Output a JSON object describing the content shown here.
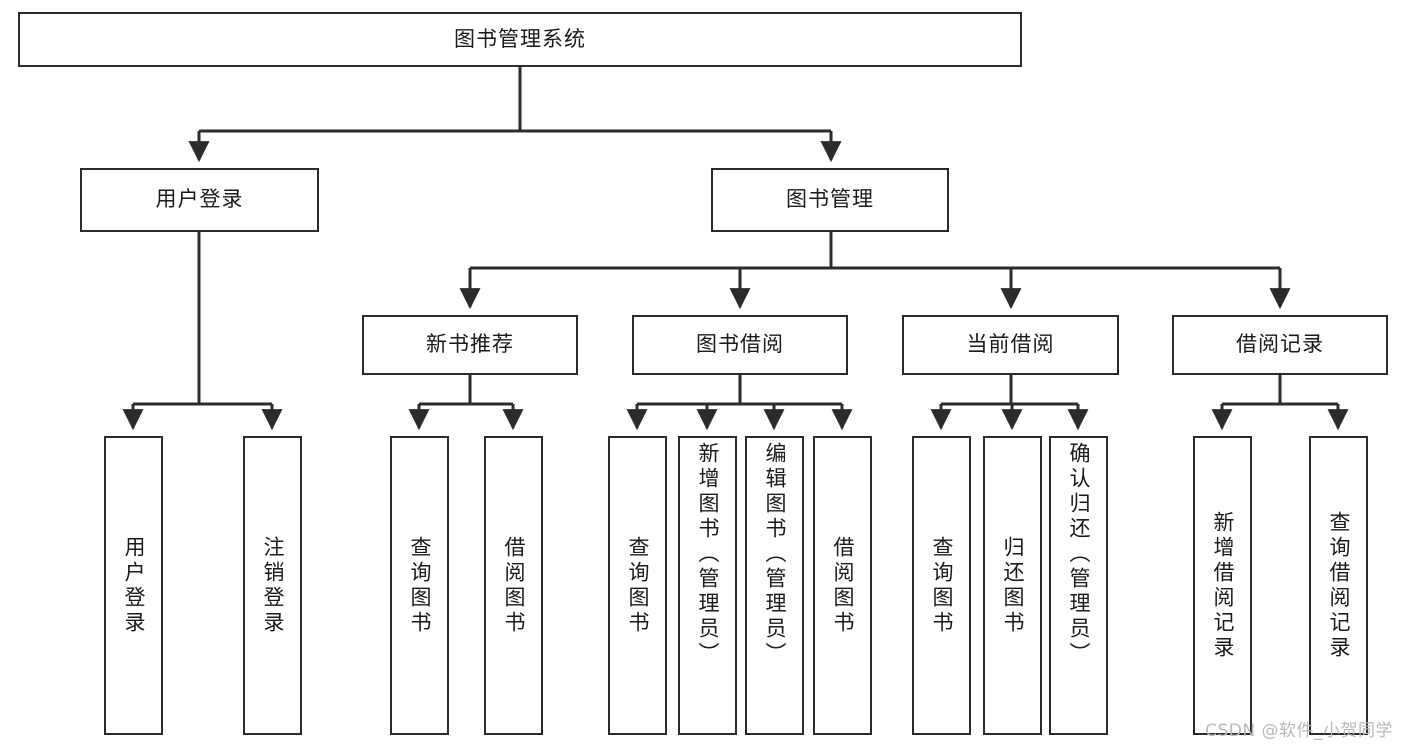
{
  "diagram": {
    "title": "图书管理系统",
    "type": "tree-hierarchy-diagram",
    "watermark": "CSDN @软件_小贺同学",
    "colors": {
      "box_border": "#2b2b2b",
      "connector": "#2b2b2b",
      "background": "#ffffff",
      "text": "#1a1a1a",
      "watermark": "#b9b9b9"
    },
    "root": {
      "label": "图书管理系统"
    },
    "level2": [
      {
        "label": "用户登录"
      },
      {
        "label": "图书管理"
      }
    ],
    "level3": [
      {
        "label": "新书推荐"
      },
      {
        "label": "图书借阅"
      },
      {
        "label": "当前借阅"
      },
      {
        "label": "借阅记录"
      }
    ],
    "leaves": {
      "user_login": [
        {
          "label": "用户登录"
        },
        {
          "label": "注销登录"
        }
      ],
      "new_book_recommend": [
        {
          "label": "查询图书"
        },
        {
          "label": "借阅图书"
        }
      ],
      "book_borrow": [
        {
          "label": "查询图书"
        },
        {
          "label": "新增图书（管理员）"
        },
        {
          "label": "编辑图书（管理员）"
        },
        {
          "label": "借阅图书"
        }
      ],
      "current_borrow": [
        {
          "label": "查询图书"
        },
        {
          "label": "归还图书"
        },
        {
          "label": "确认归还（管理员）"
        }
      ],
      "borrow_record": [
        {
          "label": "新增借阅记录"
        },
        {
          "label": "查询借阅记录"
        }
      ]
    }
  }
}
